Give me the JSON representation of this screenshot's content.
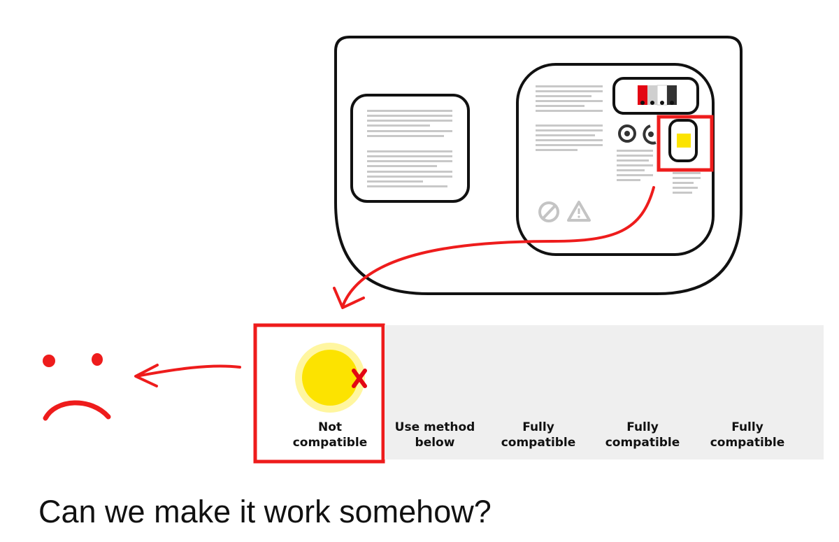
{
  "swatches": [
    {
      "line1": "Not",
      "line2": "compatible",
      "outer": "#fff6a0",
      "inner": "#fce300",
      "mark": "cross-icon",
      "mark_color": "#e30613"
    },
    {
      "line1": "Use method",
      "line2": "below",
      "outer": "#a98bbf",
      "inner": "#6a2e90",
      "mark": "ring-icon",
      "mark_color": "#f3dc00"
    },
    {
      "line1": "Fully",
      "line2": "compatible",
      "outer": "#a6dca9",
      "inner": "#0aa83c",
      "mark": "check-icon",
      "mark_color": "#19d31b"
    },
    {
      "line1": "Fully",
      "line2": "compatible",
      "outer": "#f8a3a6",
      "inner": "#f0000f",
      "mark": "check-icon",
      "mark_color": "#19d31b"
    },
    {
      "line1": "Fully",
      "line2": "compatible",
      "outer": "#fcc9a0",
      "inner": "#f78a00",
      "mark": "check-icon",
      "mark_color": "#19d31b"
    }
  ],
  "colors": {
    "annotation_red": "#ee1c1c",
    "outline": "#111111",
    "highlight_yellow": "#fce300",
    "panel_grey": "#efefef"
  },
  "question": "Can we make it work somehow?"
}
